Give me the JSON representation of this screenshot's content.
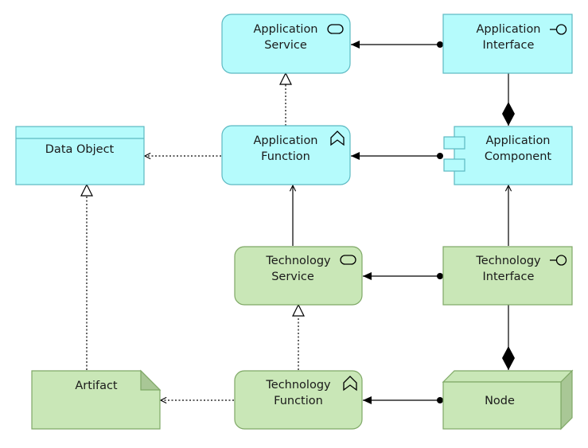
{
  "elements": {
    "application_service": {
      "line1": "Application",
      "line2": "Service"
    },
    "application_interface": {
      "line1": "Application",
      "line2": "Interface"
    },
    "data_object": {
      "line1": "Data Object"
    },
    "application_function": {
      "line1": "Application",
      "line2": "Function"
    },
    "application_component": {
      "line1": "Application",
      "line2": "Component"
    },
    "technology_service": {
      "line1": "Technology",
      "line2": "Service"
    },
    "technology_interface": {
      "line1": "Technology",
      "line2": "Interface"
    },
    "artifact": {
      "line1": "Artifact"
    },
    "technology_function": {
      "line1": "Technology",
      "line2": "Function"
    },
    "node": {
      "line1": "Node"
    }
  },
  "colors": {
    "application_fill": "#b5fbfc",
    "application_stroke": "#5cb9c2",
    "technology_fill": "#c9e7b7",
    "technology_stroke": "#7fa866",
    "node_side": "#a9c796"
  },
  "icons": {
    "service": "service-icon",
    "interface": "interface-icon",
    "function": "function-icon",
    "component": "component-icon"
  }
}
